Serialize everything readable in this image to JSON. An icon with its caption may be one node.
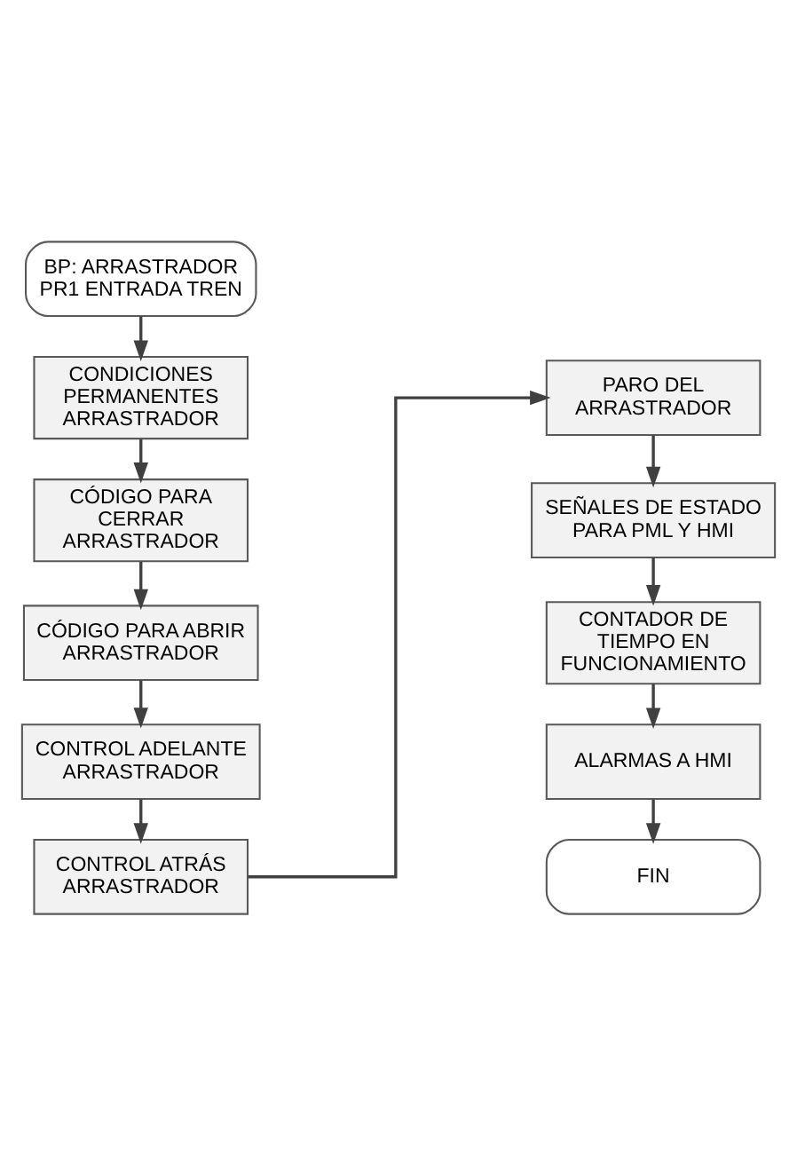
{
  "diagram": {
    "nodes": [
      {
        "text": [
          "BP: ARRASTRADOR PR1 ENTRADA TREN"
        ]
      },
      {
        "text": [
          "CONDICIONES PERMANENTES ARRASTRADOR"
        ]
      },
      {
        "text": [
          "CÓDIGO PARA CERRAR ARRASTRADOR"
        ]
      },
      {
        "text": [
          "CÓDIGO PARA ABRIR ARRASTRADOR"
        ]
      },
      {
        "text": [
          "CONTROL ADELANTE ARRASTRADOR"
        ]
      },
      {
        "text": [
          "CONTROL ATRÁS ARRASTRADOR"
        ]
      },
      {
        "text": [
          "PARO DEL ARRASTRADOR"
        ]
      },
      {
        "text": [
          "SEÑALES DE ESTADO PARA PML Y HMI"
        ]
      },
      {
        "text": [
          "CONTADOR DE TIEMPO EN FUNCIONAMIENTO"
        ]
      },
      {
        "text": [
          "ALARMAS A HMI"
        ]
      },
      {
        "text": [
          "FIN"
        ]
      }
    ],
    "edges": [
      {
        "from": 0,
        "to": 1,
        "arrow": "to"
      },
      {
        "from": 1,
        "to": 2,
        "arrow": "to"
      },
      {
        "from": 2,
        "to": 3,
        "arrow": "to"
      },
      {
        "from": 3,
        "to": 4,
        "arrow": "to"
      },
      {
        "from": 4,
        "to": 5,
        "arrow": "to"
      },
      {
        "from": 5,
        "to": 6,
        "arrow": "to"
      },
      {
        "from": 6,
        "to": 7,
        "arrow": "to"
      },
      {
        "from": 7,
        "to": 8,
        "arrow": "to"
      },
      {
        "from": 8,
        "to": 9,
        "arrow": "to"
      },
      {
        "from": 9,
        "to": 10,
        "arrow": "to"
      }
    ]
  }
}
